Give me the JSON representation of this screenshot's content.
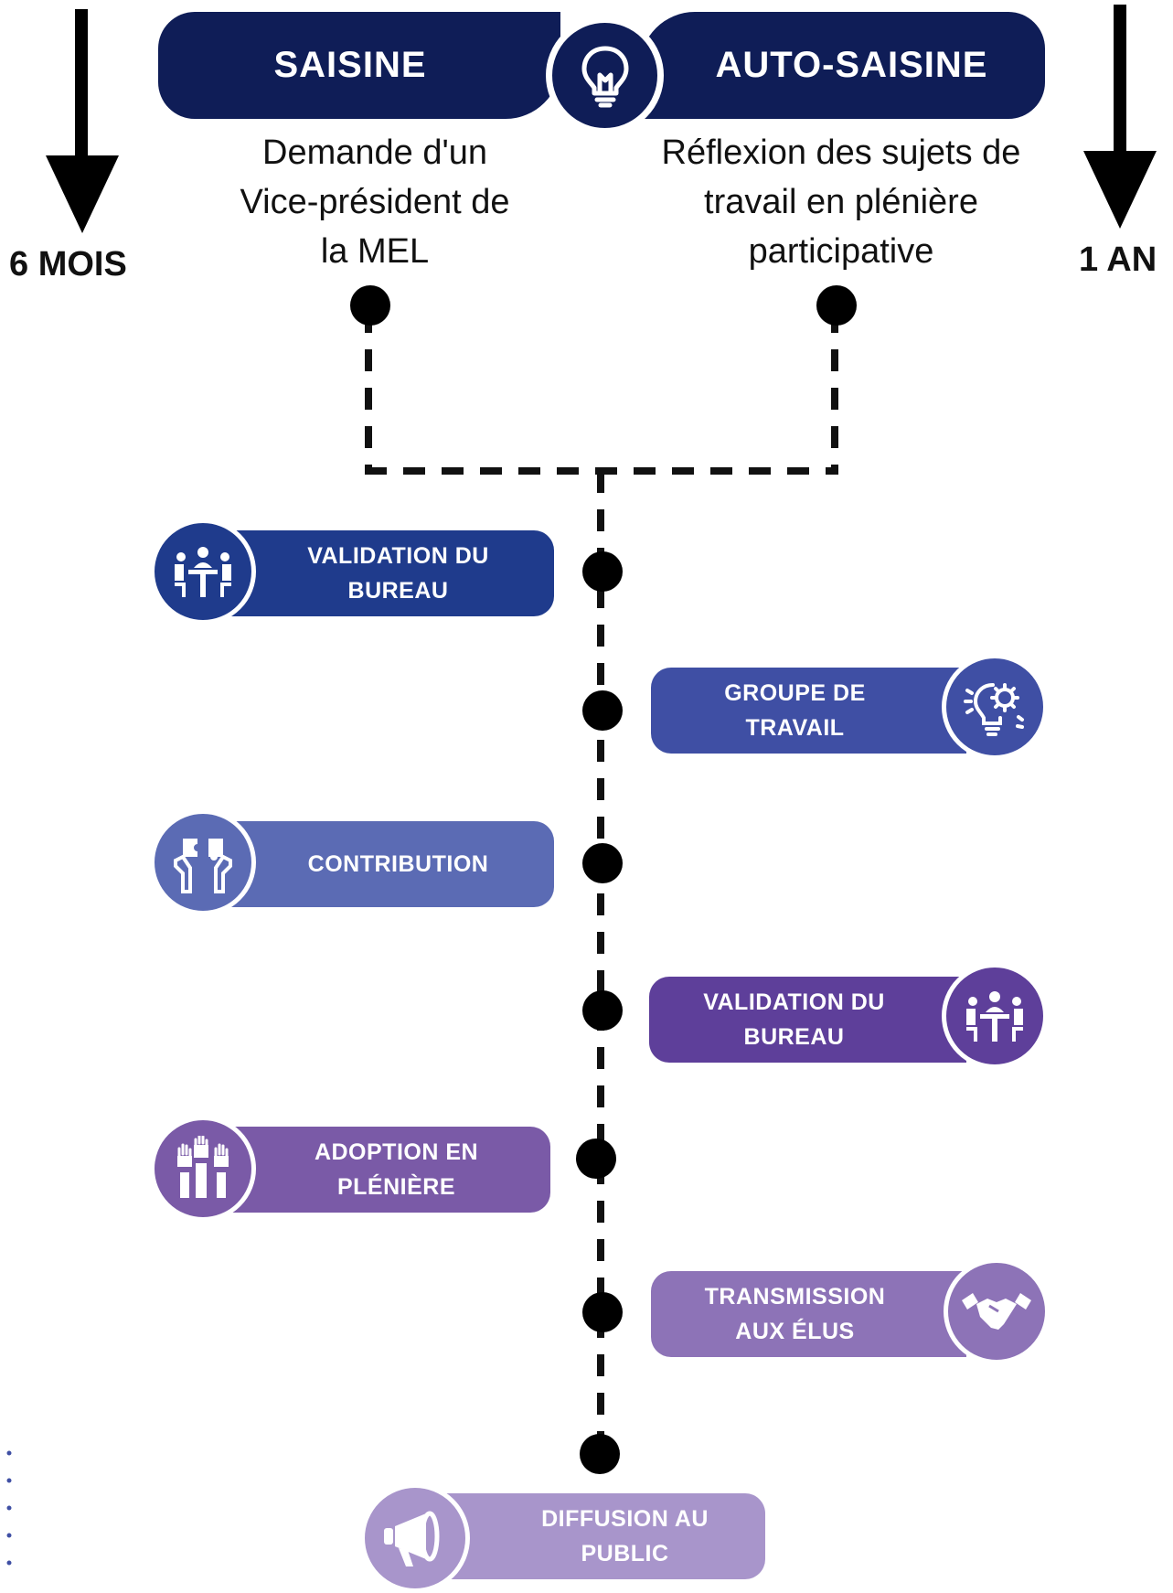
{
  "header": {
    "left_title": "SAISINE",
    "right_title": "AUTO-SAISINE",
    "center_icon": "lightbulb-icon",
    "left_desc": [
      "Demande d'un",
      "Vice-président de",
      "la MEL"
    ],
    "right_desc": [
      "Réflexion des sujets de",
      "travail en plénière",
      "participative"
    ],
    "left_duration": "6 MOIS",
    "right_duration": "1 AN"
  },
  "steps": [
    {
      "lines": [
        "VALIDATION DU",
        "BUREAU"
      ],
      "icon": "meeting-icon",
      "side": "left",
      "color": "#1f3b8c"
    },
    {
      "lines": [
        "GROUPE DE",
        "TRAVAIL"
      ],
      "icon": "idea-gears-icon",
      "side": "right",
      "color": "#3f4fa4"
    },
    {
      "lines": [
        "CONTRIBUTION"
      ],
      "icon": "puzzle-hands-icon",
      "side": "left",
      "color": "#5b6bb4"
    },
    {
      "lines": [
        "VALIDATION DU",
        "BUREAU"
      ],
      "icon": "meeting-icon",
      "side": "right",
      "color": "#5e3f9a"
    },
    {
      "lines": [
        "ADOPTION EN",
        "PLÉNIÈRE"
      ],
      "icon": "raised-hands-icon",
      "side": "left",
      "color": "#7a5aa7"
    },
    {
      "lines": [
        "TRANSMISSION",
        "AUX ÉLUS"
      ],
      "icon": "handshake-icon",
      "side": "right",
      "color": "#8d73b7"
    },
    {
      "lines": [
        "DIFFUSION AU",
        "PUBLIC"
      ],
      "icon": "megaphone-icon",
      "side": "bottom",
      "color": "#a895cb"
    }
  ],
  "colors": {
    "banner": "#0f1d57",
    "dot": "#000000",
    "line": "#111111"
  }
}
